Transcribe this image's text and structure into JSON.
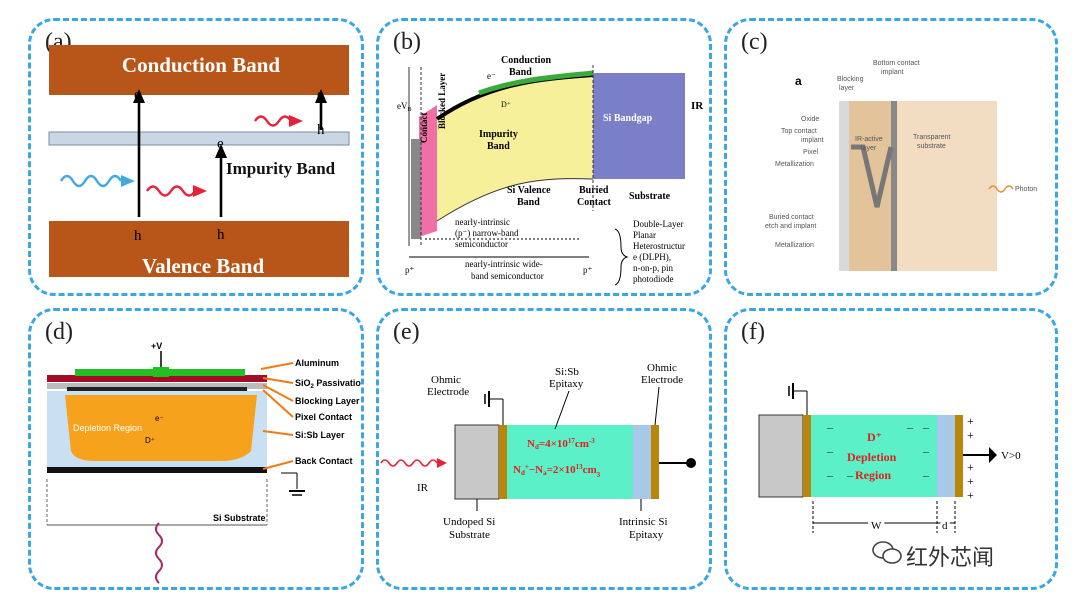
{
  "panels": {
    "a": {
      "tag": "(a)",
      "conduction_band": "Conduction Band",
      "valence_band": "Valence Band",
      "impurity_band": "Impurity Band",
      "e1": "e",
      "e2": "e",
      "e3": "e",
      "h1": "h",
      "h2": "h",
      "h3": "h",
      "colors": {
        "band": "#b8561a",
        "impurity": "#c9d6e3",
        "photon_blue": "#3fa9e0",
        "photon_red": "#e8203a"
      }
    },
    "b": {
      "tag": "(b)",
      "conduction_band": "Conduction",
      "conduction_band2": "Band",
      "impurity_band": "Impurity",
      "impurity_band2": "Band",
      "si_valence": "Si Valence",
      "si_valence2": "Band",
      "buried": "Buried",
      "buried2": "Contact",
      "substrate": "Substrate",
      "si_bandgap": "Si Bandgap",
      "ir": "IR",
      "contact": "Contact",
      "blocked_layer": "Blocked Layer",
      "ev": "eV",
      "ev_sub": "B",
      "e_minus": "e⁻",
      "d_plus": "D⁺",
      "narrow_band": [
        "nearly-intrinsic",
        "(p⁻) narrow-band",
        "semiconductor"
      ],
      "wide_band": [
        "nearly-intrinsic wide-",
        "band  semiconductor"
      ],
      "dlph": [
        "Double-Layer",
        "Planar",
        "Heterostructur",
        "e (DLPH),",
        "n-on-p, pin",
        "photodiode"
      ],
      "p_plus": "p⁺",
      "colors": {
        "impurity_fill": "#f7f09a",
        "blocked": "#ef6fa6",
        "substrate": "#7a7fc7",
        "band_line": "#3aaa3a"
      }
    },
    "c": {
      "tag": "(c)",
      "sub": "a",
      "blocking": [
        "Blocking",
        "layer"
      ],
      "bottom_contact": [
        "Bottom contact",
        "implant"
      ],
      "oxide": "Oxide",
      "top_contact": [
        "Top contact",
        "implant"
      ],
      "pixel": "Pixel",
      "metallization": "Metallization",
      "ir_active": [
        "IR-active",
        "layer"
      ],
      "transparent": [
        "Transparent",
        "substrate"
      ],
      "photon": "Photon",
      "buried_contact": [
        "Buried contact",
        "etch and implant"
      ],
      "metallization2": "Metallization"
    },
    "d": {
      "tag": "(d)",
      "v_plus": "+V",
      "aluminum": "Aluminum",
      "sio2": "SiO",
      "sio2_sub": "2",
      "sio2_rest": " Passivation",
      "blocking": "Blocking Layer",
      "pixel_contact": "Pixel Contact",
      "sisb": "Si:Sb Layer",
      "back_contact": "Back Contact",
      "depletion": "Depletion Region",
      "e_minus": "e⁻",
      "d_plus": "D⁺",
      "si_substrate": "Si Substrate"
    },
    "e": {
      "tag": "(e)",
      "ohmic_left": [
        "Ohmic",
        "Electrode"
      ],
      "sisb": [
        "Si:Sb",
        "Epitaxy"
      ],
      "ohmic_right": [
        "Ohmic",
        "Electrode"
      ],
      "nd": "N",
      "nd_sub": "d",
      "nd_val": "=4×10",
      "nd_exp": "17",
      "nd_unit": "cm",
      "nd_unit_exp": "-3",
      "nd2": "N",
      "nd2_sub": "d",
      "nd2_sup": "+",
      "nd2_mid": "−N",
      "nd2_sub2": "a",
      "nd2_val": "=2×10",
      "nd2_exp": "13",
      "nd2_unit": "cm",
      "nd2_sub3": "3",
      "ir": "IR",
      "undoped": [
        "Undoped Si",
        "Substrate"
      ],
      "intrinsic": [
        "Intrinsic Si",
        "Epitaxy"
      ]
    },
    "f": {
      "tag": "(f)",
      "d_plus": "D⁺",
      "depletion": "Depletion",
      "region": "Region",
      "v": "V>0",
      "w": "W",
      "d": "d"
    }
  },
  "watermark": "红外芯闻"
}
